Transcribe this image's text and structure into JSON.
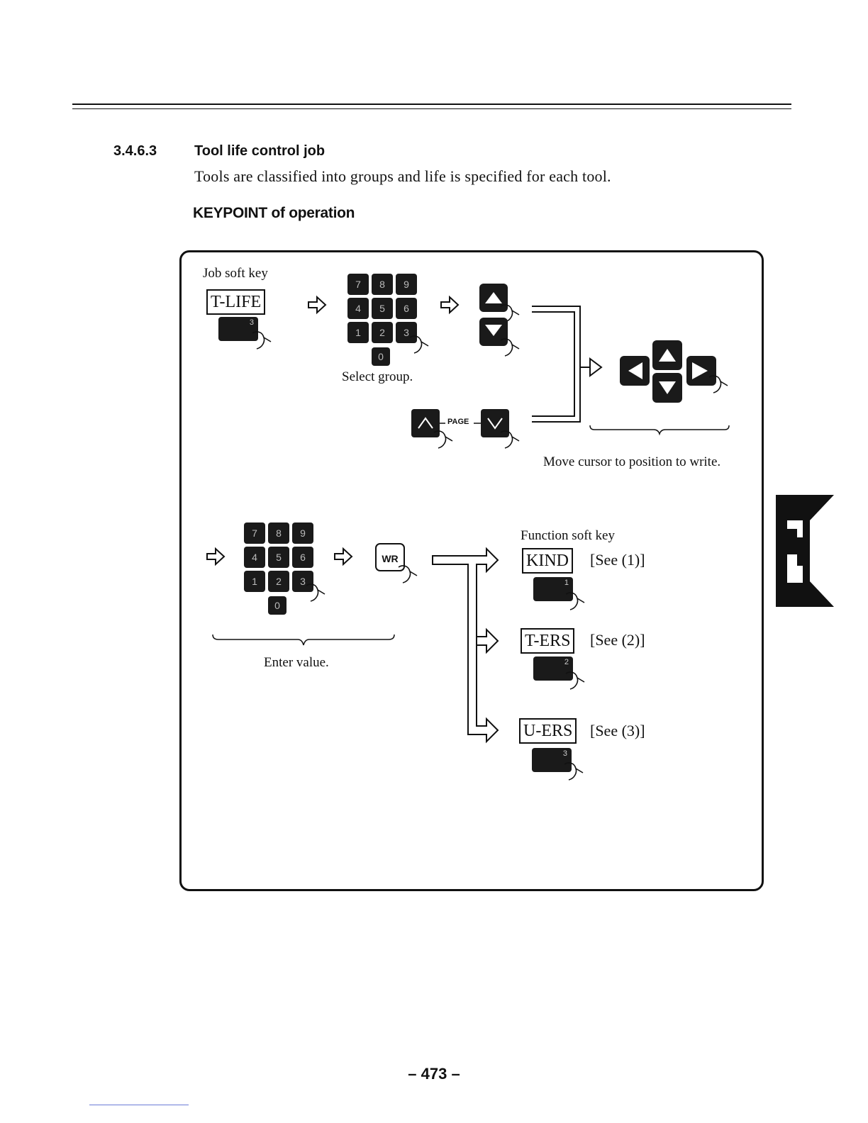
{
  "section": {
    "number": "3.4.6.3",
    "title": "Tool life control job",
    "intro": "Tools are classified into groups and life is specified for each tool.",
    "keypoint": "KEYPOINT of operation"
  },
  "diagram": {
    "job_soft_key_caption": "Job soft key",
    "job_key_label": "T-LIFE",
    "job_key_number": "3",
    "select_group_caption": "Select group.",
    "numpad_keys": [
      "7",
      "8",
      "9",
      "4",
      "5",
      "6",
      "1",
      "2",
      "3",
      "0"
    ],
    "page_label": "PAGE",
    "move_cursor_caption": "Move cursor to position to write.",
    "enter_value_caption": "Enter value.",
    "write_key_label": "WR",
    "function_soft_key_caption": "Function soft key",
    "functions": [
      {
        "label": "KIND",
        "see": "[See (1)]",
        "key_number": "1"
      },
      {
        "label": "T-ERS",
        "see": "[See (2)]",
        "key_number": "2"
      },
      {
        "label": "U-ERS",
        "see": "[See (3)]",
        "key_number": "3"
      }
    ]
  },
  "page_number": "– 473 –"
}
